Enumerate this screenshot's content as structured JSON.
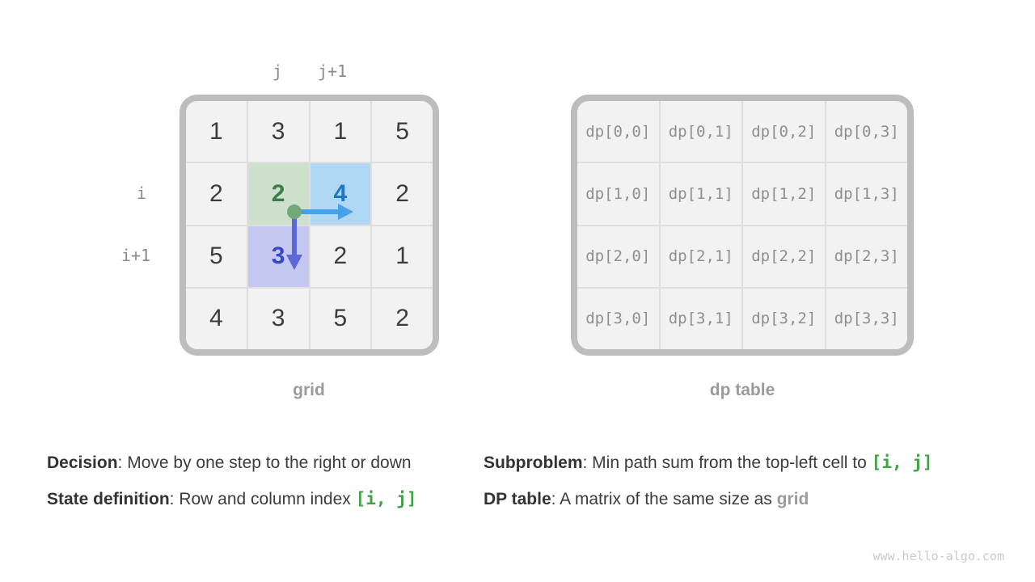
{
  "grid_panel": {
    "caption": "grid",
    "col_labels": [
      "j",
      "j+1"
    ],
    "row_labels": [
      "i",
      "i+1"
    ],
    "cells": [
      [
        "1",
        "3",
        "1",
        "5"
      ],
      [
        "2",
        "2",
        "4",
        "2"
      ],
      [
        "5",
        "3",
        "2",
        "1"
      ],
      [
        "4",
        "3",
        "5",
        "2"
      ]
    ],
    "highlights": {
      "current": {
        "row": 1,
        "col": 1,
        "color": "#cce0cb"
      },
      "move_right": {
        "row": 1,
        "col": 2,
        "color": "#b0d7f4"
      },
      "move_down": {
        "row": 2,
        "col": 1,
        "color": "#c5c8f1"
      }
    }
  },
  "dp_panel": {
    "caption": "dp table",
    "cells": [
      [
        "dp[0,0]",
        "dp[0,1]",
        "dp[0,2]",
        "dp[0,3]"
      ],
      [
        "dp[1,0]",
        "dp[1,1]",
        "dp[1,2]",
        "dp[1,3]"
      ],
      [
        "dp[2,0]",
        "dp[2,1]",
        "dp[2,2]",
        "dp[2,3]"
      ],
      [
        "dp[3,0]",
        "dp[3,1]",
        "dp[3,2]",
        "dp[3,3]"
      ]
    ]
  },
  "notes": {
    "left": [
      {
        "bold": "Decision",
        "text": ": Move by one step to the right or down",
        "code": ""
      },
      {
        "bold": "State definition",
        "text": ": Row and column index ",
        "code": "[i, j]"
      }
    ],
    "right": [
      {
        "bold": "Subproblem",
        "text": ": Min path sum from the top-left cell to ",
        "code": "[i, j]"
      },
      {
        "bold": "DP table",
        "text": ": A matrix of the same size as ",
        "ref": "grid"
      }
    ]
  },
  "watermark": "www.hello-algo.com",
  "colors": {
    "table_border": "#bdbdbd",
    "cell_bg": "#f2f2f2",
    "cell_gap": "#dedede",
    "highlight_green_bg": "#cce0cb",
    "highlight_green_text": "#3e7d47",
    "highlight_blue_bg": "#b0d7f4",
    "highlight_blue_text": "#1b79c0",
    "highlight_purple_bg": "#c5c8f1",
    "highlight_purple_text": "#3447c4",
    "dot_green": "#74a878",
    "arrow_right_blue": "#47a1e8",
    "arrow_down_indigo": "#5a68d8",
    "code_green": "#43a047",
    "muted_gray": "#9b9b9b"
  }
}
